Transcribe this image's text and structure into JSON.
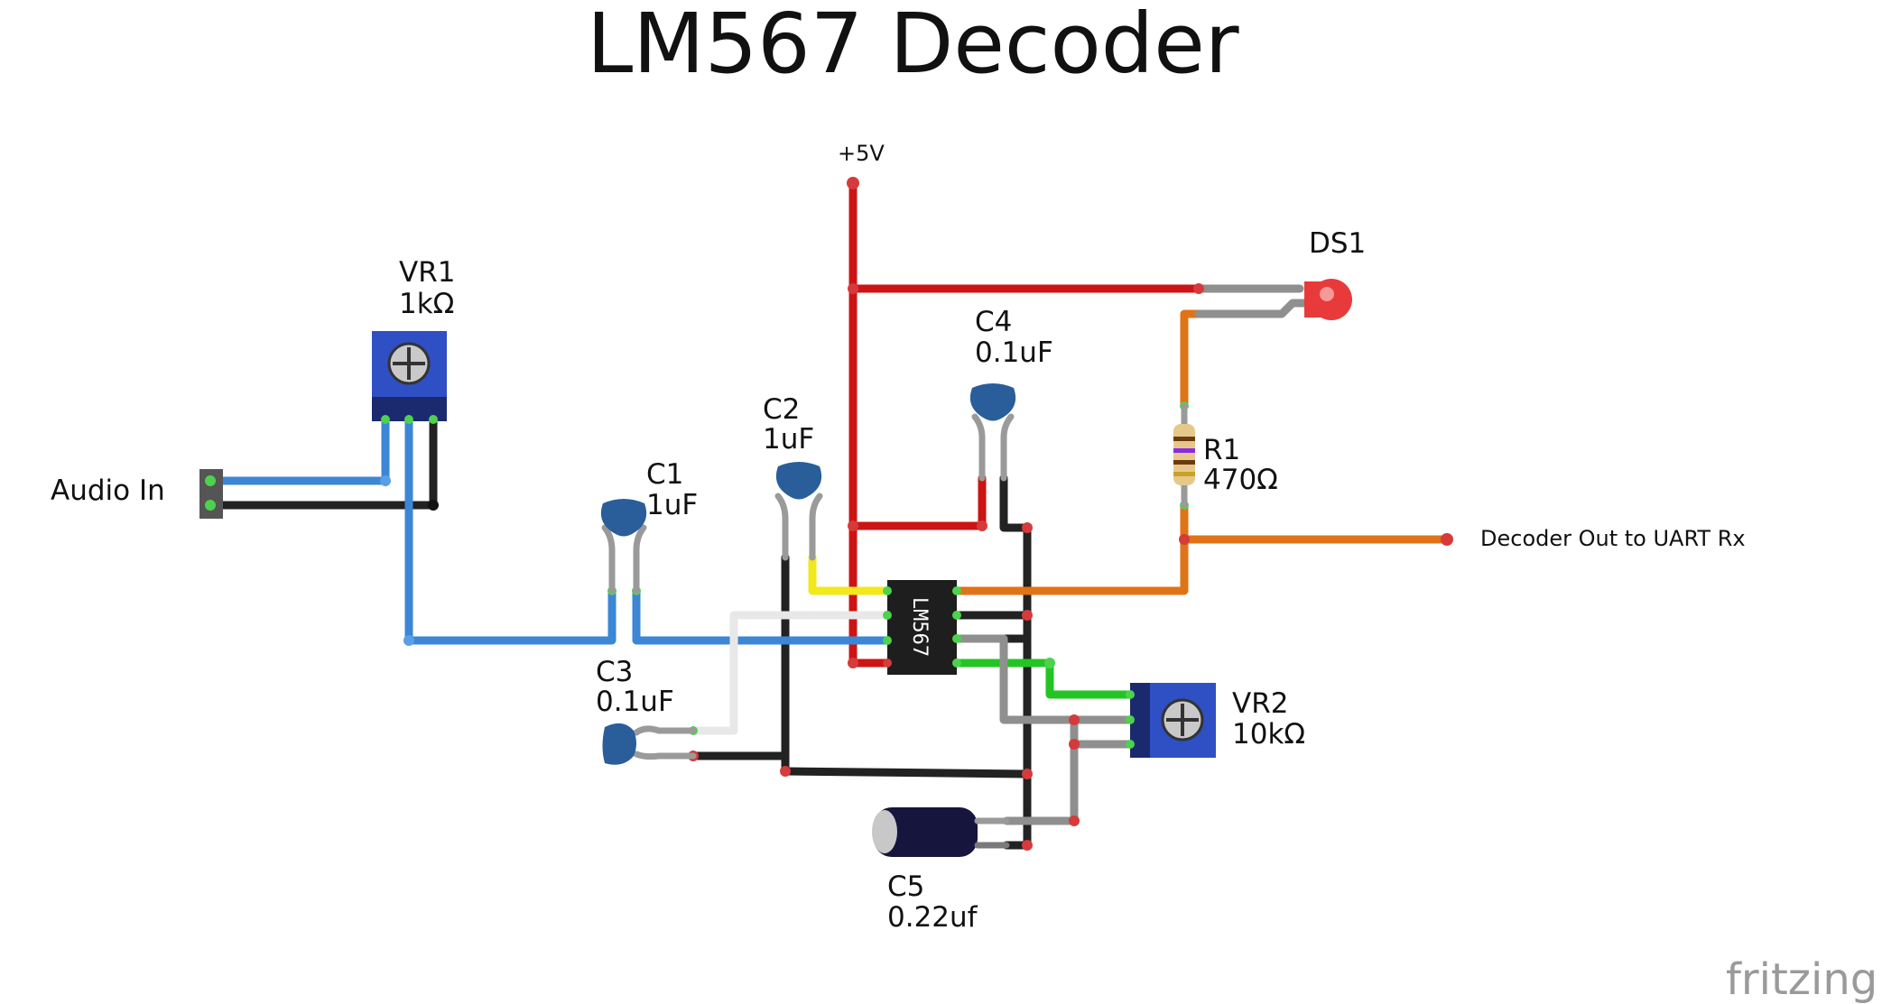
{
  "title": "LM567 Decoder",
  "labels": {
    "supply": "+5V",
    "audio_in": "Audio In",
    "decoder_out": "Decoder Out to UART Rx"
  },
  "components": {
    "vr1": {
      "ref": "VR1",
      "value": "1kΩ"
    },
    "vr2": {
      "ref": "VR2",
      "value": "10kΩ"
    },
    "c1": {
      "ref": "C1",
      "value": "1uF"
    },
    "c2": {
      "ref": "C2",
      "value": "1uF"
    },
    "c3": {
      "ref": "C3",
      "value": "0.1uF"
    },
    "c4": {
      "ref": "C4",
      "value": "0.1uF"
    },
    "c5": {
      "ref": "C5",
      "value": "0.22uf"
    },
    "r1": {
      "ref": "R1",
      "value": "470Ω"
    },
    "ds1": {
      "ref": "DS1"
    },
    "ic": {
      "marking": "LM567"
    }
  },
  "brand": "fritzing",
  "colors": {
    "power": "#cc1414",
    "ground": "#222222",
    "audio": "#3c86d6",
    "output": "#e07316",
    "timing": "#25c425",
    "trimmer_body": "#2f4fc4",
    "capacitor": "#2a5e9a",
    "electrolytic": "#15153e",
    "led": "#e83a3a"
  }
}
